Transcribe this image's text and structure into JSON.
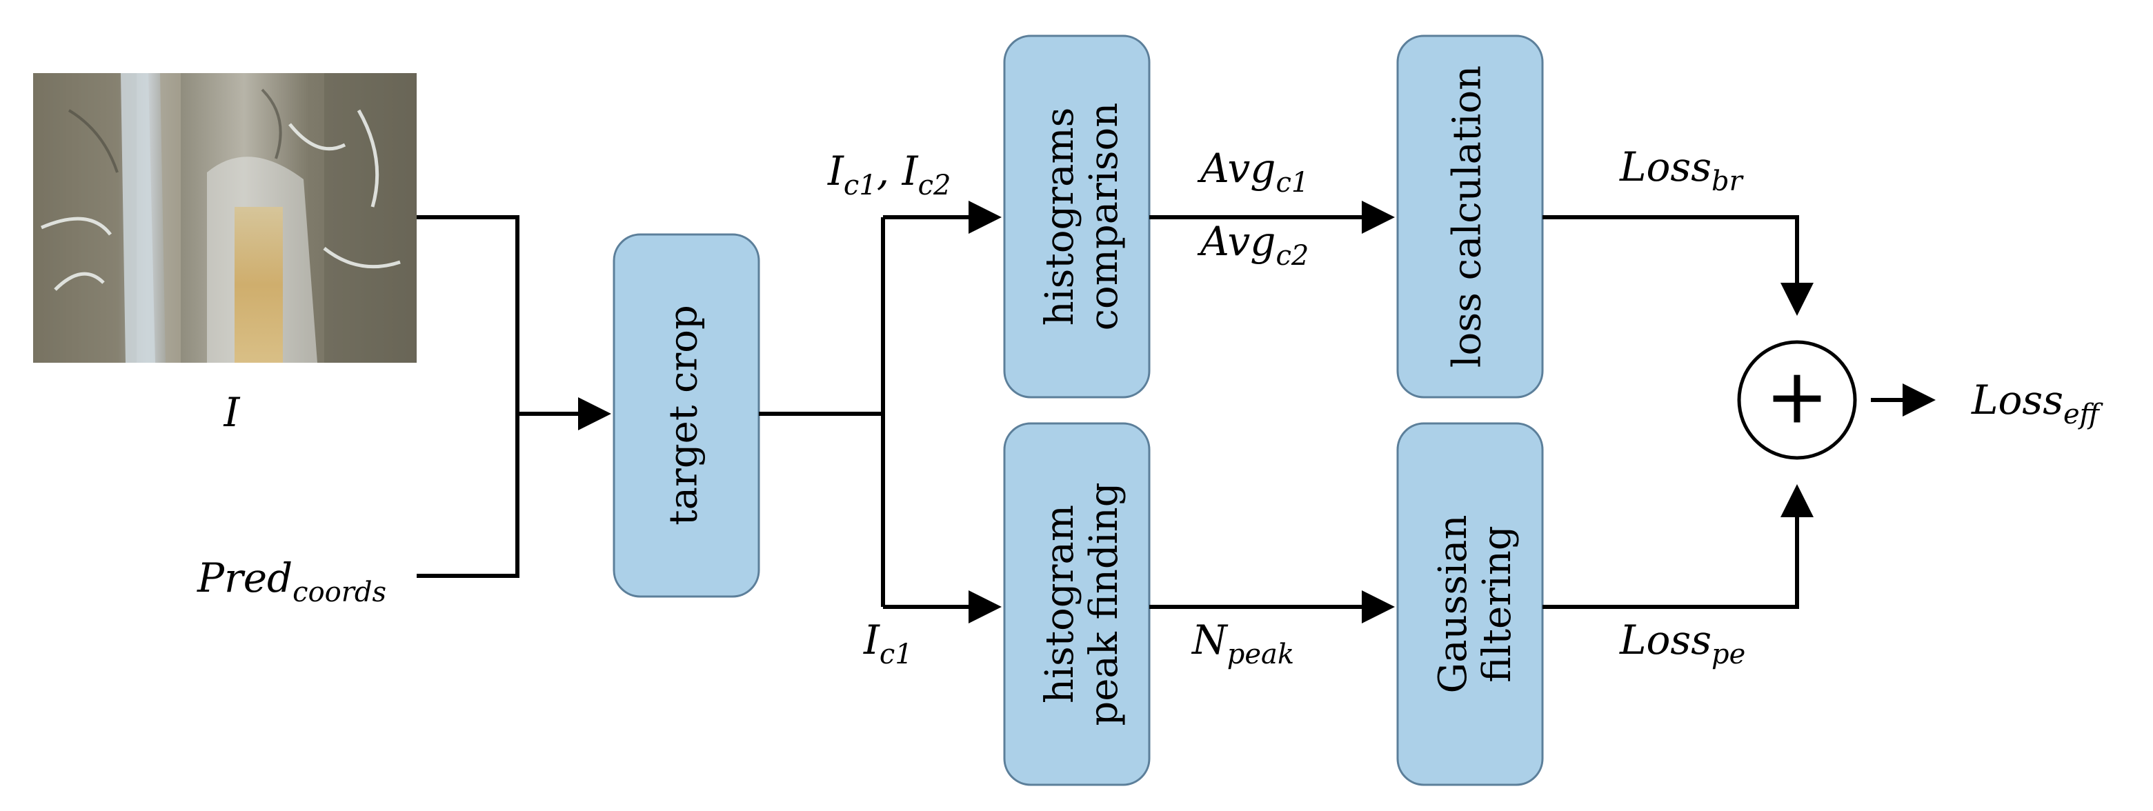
{
  "diagram": {
    "input_image_label": "I",
    "input_coords_label": {
      "main": "Pred",
      "sub": "coords"
    },
    "nodes": {
      "target_crop": {
        "lines": [
          "target crop"
        ]
      },
      "histograms_comparison": {
        "lines": [
          "histograms",
          "comparison"
        ]
      },
      "histogram_peak_finding": {
        "lines": [
          "histogram",
          "peak finding"
        ]
      },
      "loss_calculation": {
        "lines": [
          "loss calculation"
        ]
      },
      "gaussian_filtering": {
        "lines": [
          "Gaussian",
          "filtering"
        ]
      },
      "sum": {
        "symbol": "+"
      }
    },
    "edge_labels": {
      "crops_top": {
        "a_main": "I",
        "a_sub": "c1",
        "sep": ", ",
        "b_main": "I",
        "b_sub": "c2"
      },
      "crop_bottom": {
        "main": "I",
        "sub": "c1"
      },
      "avg_c1": {
        "main": "Avg",
        "sub": "c1"
      },
      "avg_c2": {
        "main": "Avg",
        "sub": "c2"
      },
      "n_peak": {
        "main": "N",
        "sub": "peak"
      },
      "loss_br": {
        "main": "Loss",
        "sub": "br"
      },
      "loss_pe": {
        "main": "Loss",
        "sub": "pe"
      },
      "loss_eff": {
        "main": "Loss",
        "sub": "eff"
      }
    }
  }
}
